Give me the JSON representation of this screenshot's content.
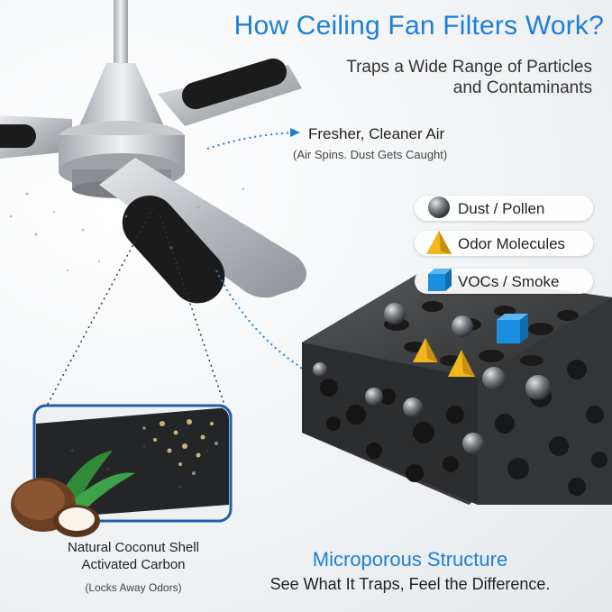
{
  "header": {
    "title": "How Ceiling Fan Filters Work?",
    "subtitle_line1": "Traps a Wide Range of Particles",
    "subtitle_line2": "and Contaminants"
  },
  "airflow": {
    "label": "Fresher, Cleaner Air",
    "sublabel": "(Air Spins. Dust Gets Caught)"
  },
  "legend": [
    {
      "icon": "sphere-icon",
      "label": "Dust / Pollen",
      "color": "#5a5d61"
    },
    {
      "icon": "pyramid-icon",
      "label": "Odor Molecules",
      "color": "#f2b71c"
    },
    {
      "icon": "cube-icon",
      "label": "VOCs / Smoke",
      "color": "#1a8fe0"
    }
  ],
  "carbon": {
    "line1": "Natural Coconut Shell",
    "line2": "Activated Carbon",
    "note": "(Locks Away Odors)"
  },
  "structure": {
    "heading": "Microporous Structure",
    "tagline": "See What It Traps, Feel the Difference."
  },
  "colors": {
    "accent": "#1f7fd6",
    "foam": "#3b3b3d",
    "fan_metal": "#b9bcc0"
  }
}
